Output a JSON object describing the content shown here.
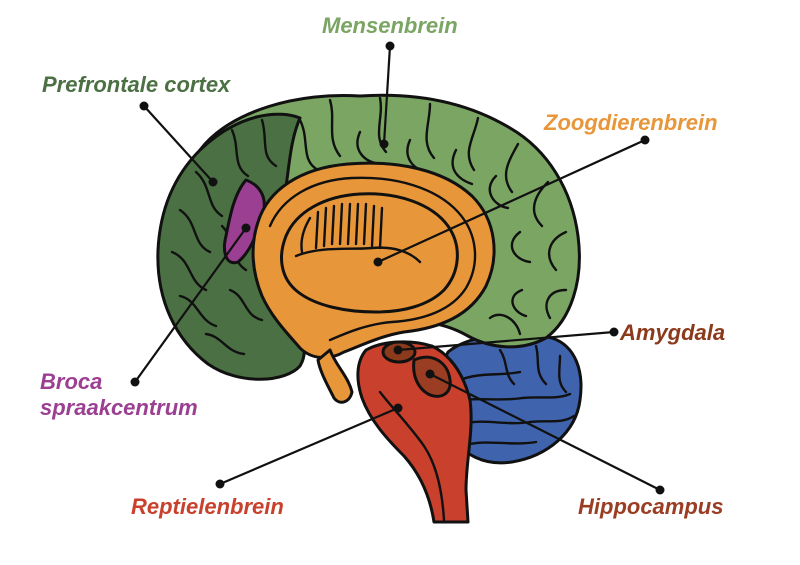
{
  "labels": {
    "mensenbrein": "Mensenbrein",
    "prefrontale_cortex": "Prefrontale cortex",
    "zoogdierenbrein": "Zoogdierenbrein",
    "amygdala": "Amygdala",
    "broca_line1": "Broca",
    "broca_line2": "spraakcentrum",
    "reptielenbrein": "Reptielenbrein",
    "hippocampus": "Hippocampus"
  },
  "colors": {
    "mensenbrein": "#7aa563",
    "prefrontale_cortex": "#4b7043",
    "zoogdierenbrein": "#e8963a",
    "amygdala": "#8c3a1c",
    "broca": "#9b3f93",
    "reptielenbrein": "#c9412c",
    "hippocampus": "#9a3d22",
    "cerebellum": "#3f63ac",
    "outline": "#111111"
  }
}
